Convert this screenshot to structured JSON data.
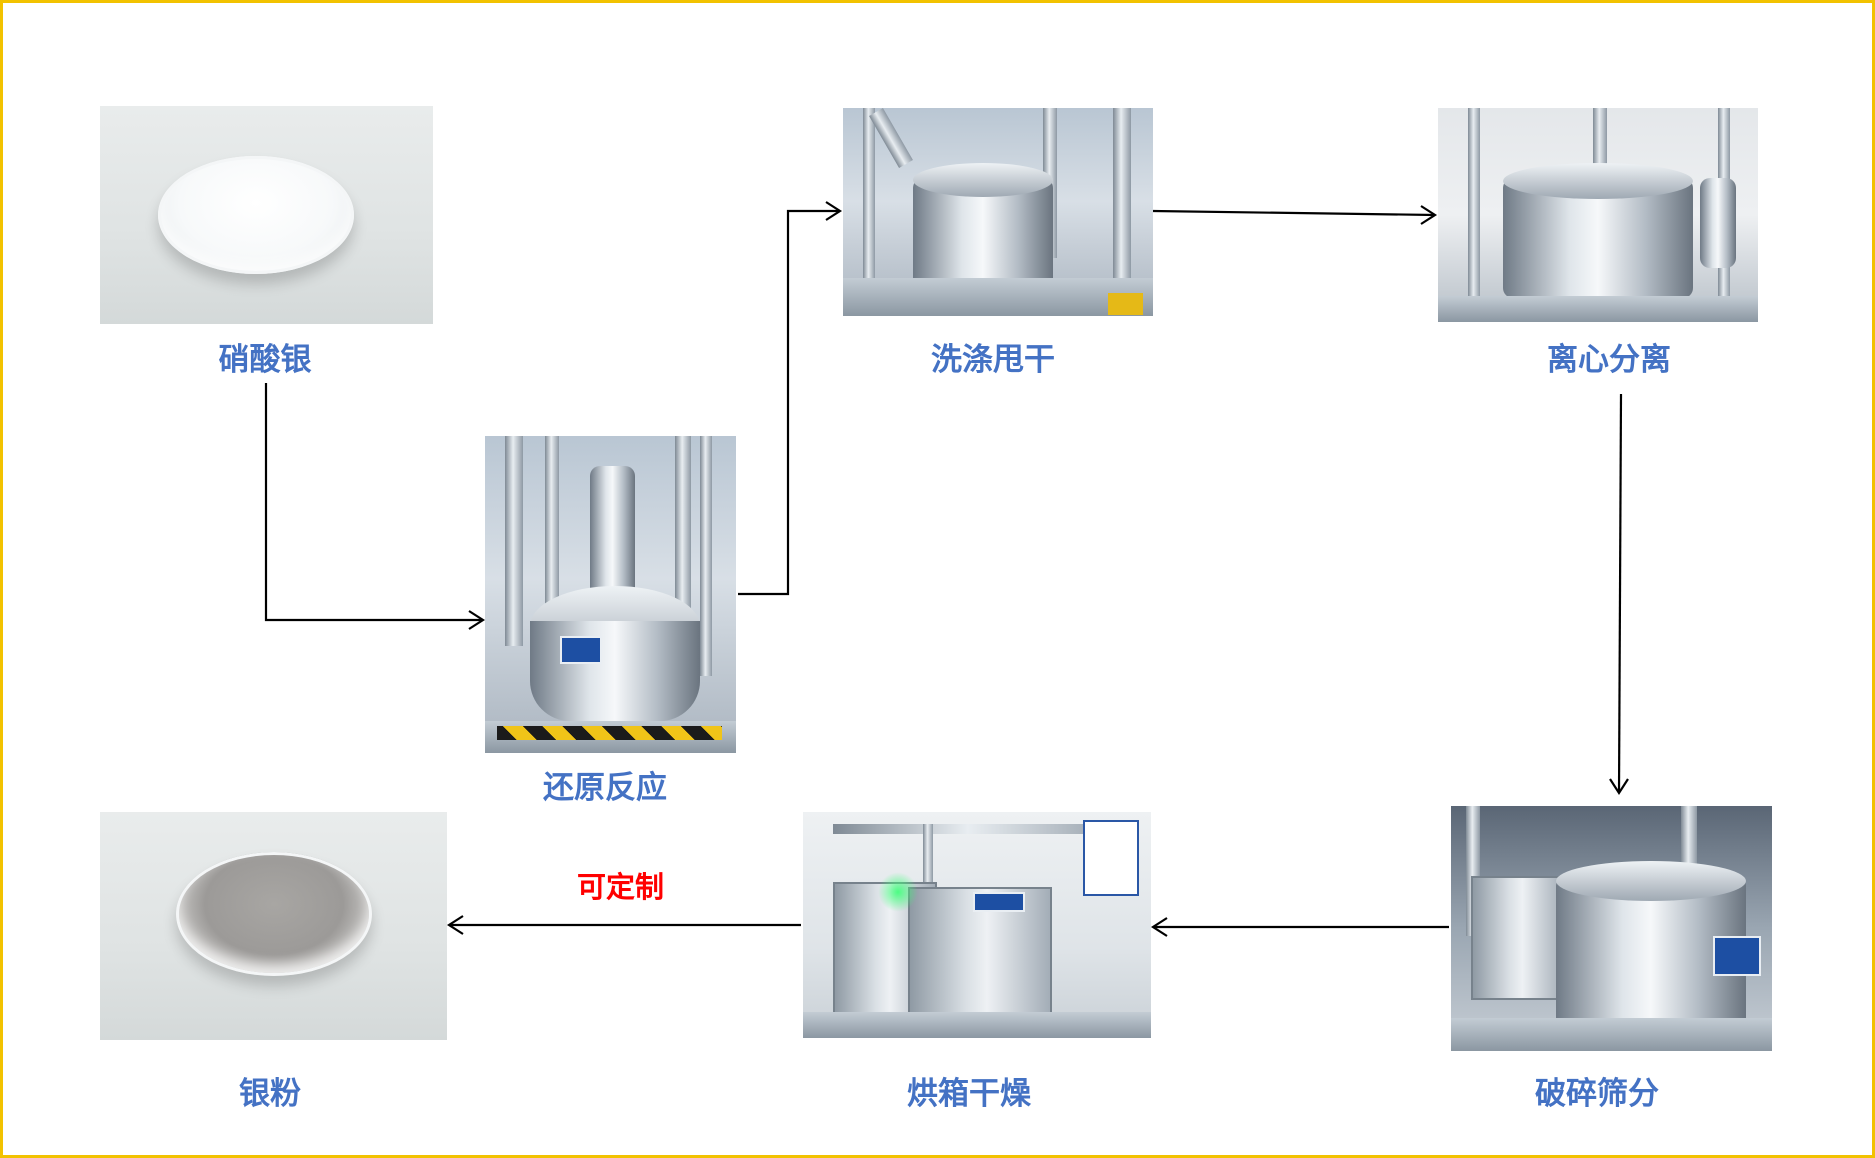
{
  "steps": {
    "silver_nitrate": "硝酸银",
    "reduction": "还原反应",
    "wash_spin": "洗涤甩干",
    "centrifuge": "离心分离",
    "crush_sieve": "破碎筛分",
    "oven_dry": "烘箱干燥",
    "silver_powder": "银粉"
  },
  "note": "可定制",
  "colors": {
    "frame": "#f2c200",
    "label": "#4472c4",
    "note": "#ff0000",
    "arrow": "#000000"
  }
}
